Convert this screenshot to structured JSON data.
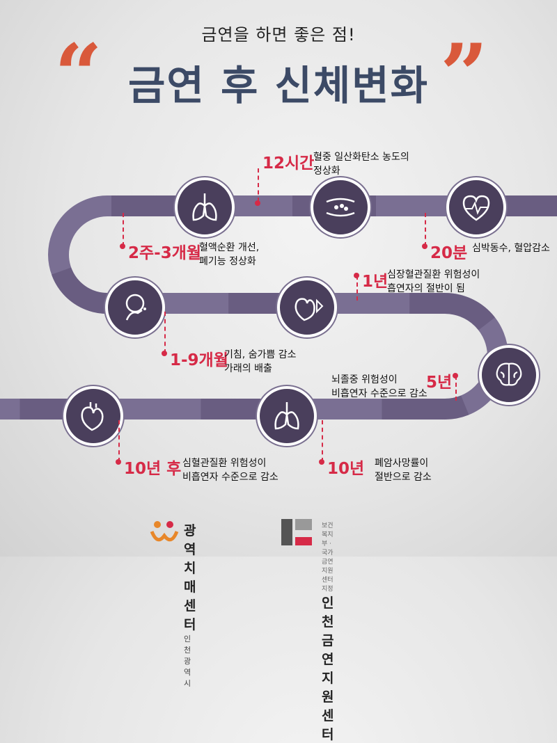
{
  "header": {
    "subtitle": "금연을 하면 좋은 점!",
    "title": "금연 후 신체변화",
    "open_quote": "“",
    "close_quote": "”"
  },
  "colors": {
    "accent_red": "#d62a47",
    "title_navy": "#3c4a66",
    "quote_orange": "#d9593b",
    "road_purple": "#7a6f93",
    "road_dark": "#5b4f73",
    "icon_bg": "#4a3f5c"
  },
  "milestones": [
    {
      "time": "12시간",
      "desc": [
        "혈중 일산화탄소 농도의",
        "정상화"
      ],
      "icon": "blood-vessel-icon"
    },
    {
      "time": "20분",
      "desc": [
        "심박동수, 혈압감소"
      ],
      "icon": "heart-pulse-icon"
    },
    {
      "time": "2주-3개월",
      "desc": [
        "혈액순환 개선,",
        "폐기능 정상화"
      ],
      "icon": "lungs-icon"
    },
    {
      "time": "1년",
      "desc": [
        "심장혈관질환 위험성이",
        "흡연자의 절반이 됨"
      ],
      "icon": "heart-icon"
    },
    {
      "time": "1-9개월",
      "desc": [
        "기침, 숨가쁨 감소",
        "가래의 배출"
      ],
      "icon": "coughing-person-icon"
    },
    {
      "time": "5년",
      "desc": [
        "뇌졸중 위험성이",
        "비흡연자 수준으로 감소"
      ],
      "icon": "brain-icon"
    },
    {
      "time": "10년 후",
      "desc": [
        "심혈관질환 위험성이",
        "비흡연자 수준으로 감소"
      ],
      "icon": "heart-organ-icon"
    },
    {
      "time": "10년",
      "desc": [
        "폐암사망률이",
        "절반으로 감소"
      ],
      "icon": "lungs-organ-icon"
    }
  ],
  "footer": {
    "logo1_name": "광역치매센터",
    "logo1_sub": "인천광역시",
    "logo2_small": "보건복지부 · 국가금연지원센터 지정",
    "logo2_name": "인천금연지원센터"
  }
}
